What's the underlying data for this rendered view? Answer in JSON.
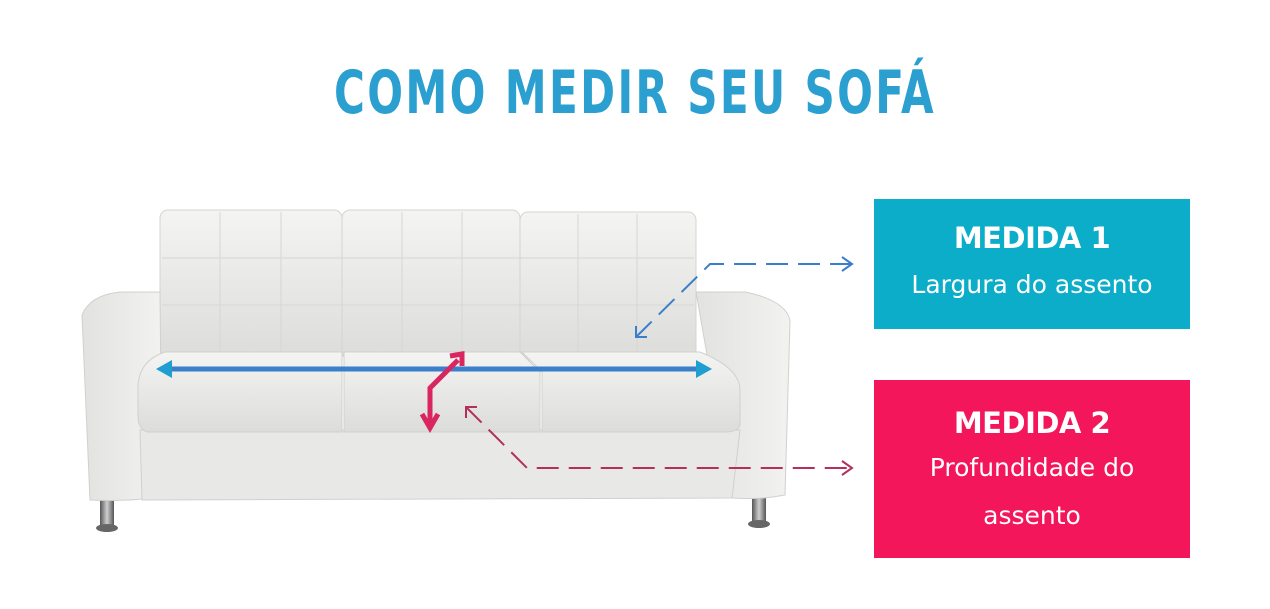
{
  "title": "COMO MEDIR SEU SOFÁ",
  "colors": {
    "title": "#2a9fd0",
    "medida_1": "#0cadc9",
    "medida_2": "#f3165a",
    "arrow_blue": "#3b7fc8",
    "arrow_pink": "#d9265e",
    "sofa": "#ececea"
  },
  "measurements": [
    {
      "label": "MEDIDA 1",
      "description": "Largura do assento",
      "line1": "Largura do assento",
      "line2": ""
    },
    {
      "label": "MEDIDA 2",
      "description": "Profundidade do assento",
      "line1": "Profundidade do",
      "line2": "assento"
    }
  ],
  "illustration": {
    "object": "white 3-seat sofa",
    "arrows": [
      {
        "name": "width-arrow",
        "color": "blue",
        "meaning": "seat width"
      },
      {
        "name": "depth-arrow",
        "color": "pink",
        "meaning": "seat depth"
      }
    ]
  }
}
